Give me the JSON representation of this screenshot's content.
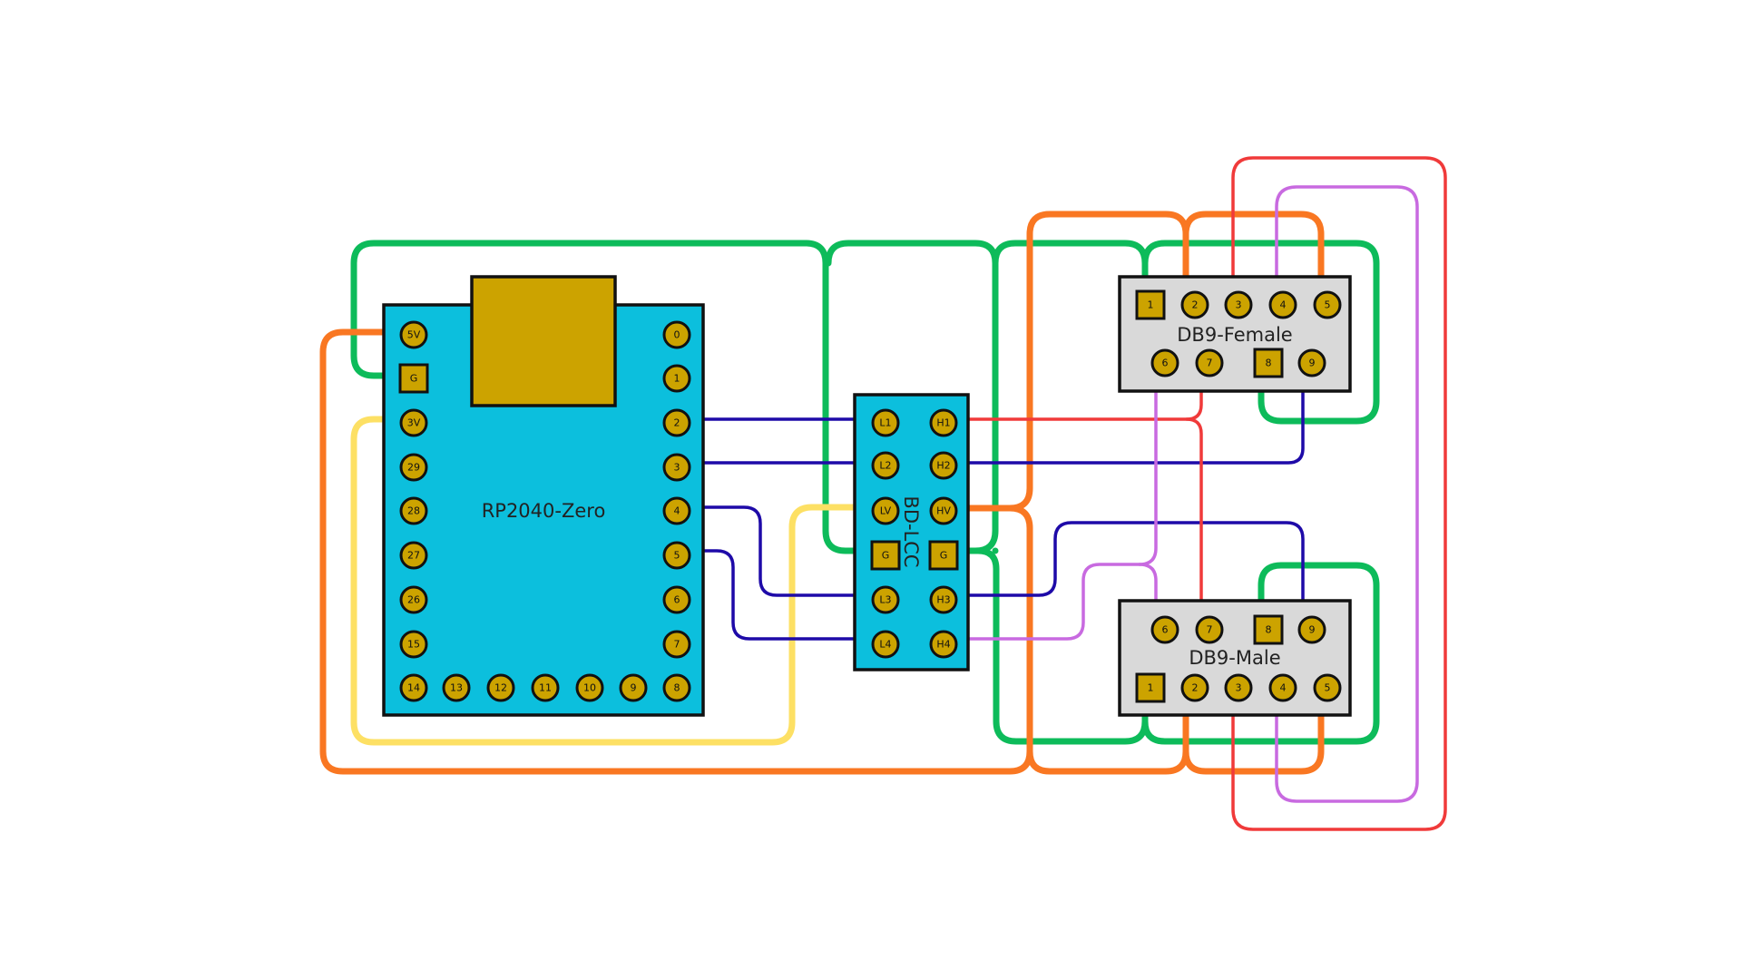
{
  "colors": {
    "board_blue": "#0cbfdd",
    "connector_gray": "#d9d9d9",
    "pin_gold": "#cca300",
    "wire_green": "#0dbb5a",
    "wire_orange": "#f97722",
    "wire_yellow": "#fde064",
    "wire_navy": "#1e0aa8",
    "wire_red": "#f03a3a",
    "wire_violet": "#c86ae0"
  },
  "boards": {
    "rp2040": {
      "label": "RP2040-Zero",
      "left_pins": [
        "5V",
        "G",
        "3V",
        "29",
        "28",
        "27",
        "26",
        "15"
      ],
      "right_pins": [
        "0",
        "1",
        "2",
        "3",
        "4",
        "5",
        "6",
        "7"
      ],
      "bottom_pins": [
        "14",
        "13",
        "12",
        "11",
        "10",
        "9",
        "8"
      ]
    },
    "lcc": {
      "label": "BD-LCC",
      "left_pins": [
        "L1",
        "L2",
        "LV",
        "G",
        "L3",
        "L4"
      ],
      "right_pins": [
        "H1",
        "H2",
        "HV",
        "G",
        "H3",
        "H4"
      ]
    },
    "db9_female": {
      "label": "DB9-Female",
      "top_pins": [
        "1",
        "2",
        "3",
        "4",
        "5"
      ],
      "bottom_pins": [
        "6",
        "7",
        "8",
        "9"
      ]
    },
    "db9_male": {
      "label": "DB9-Male",
      "top_pins": [
        "6",
        "7",
        "8",
        "9"
      ],
      "bottom_pins": [
        "1",
        "2",
        "3",
        "4",
        "5"
      ]
    }
  }
}
